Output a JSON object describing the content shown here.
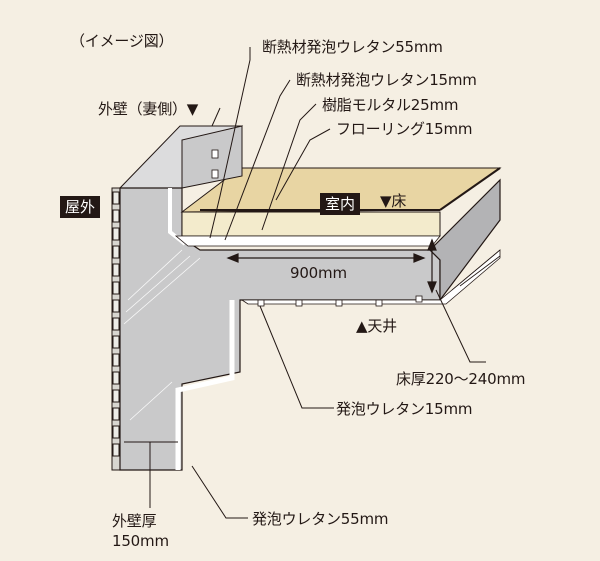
{
  "caption": "（イメージ図）",
  "labels": {
    "outer_wall_gable": "外壁（妻側）▼",
    "outside": "屋外",
    "inside": "室内",
    "floor": "▼床",
    "ceiling": "▲天井",
    "width": "900mm",
    "floor_thickness": "床厚220～240mm",
    "wall_thickness_1": "外壁厚",
    "wall_thickness_2": "150mm"
  },
  "callouts": [
    "断熱材発泡ウレタン55mm",
    "断熱材発泡ウレタン15mm",
    "樹脂モルタル25mm",
    "フローリング15mm",
    "発泡ウレタン15mm",
    "発泡ウレタン55mm"
  ],
  "colors": {
    "background": "#f5efe3",
    "concrete": "#c9c9ca",
    "concrete_side": "#b3b3b5",
    "flooring": "#e8d5a3",
    "mortar": "#f3ebcc",
    "ink": "#231815"
  }
}
